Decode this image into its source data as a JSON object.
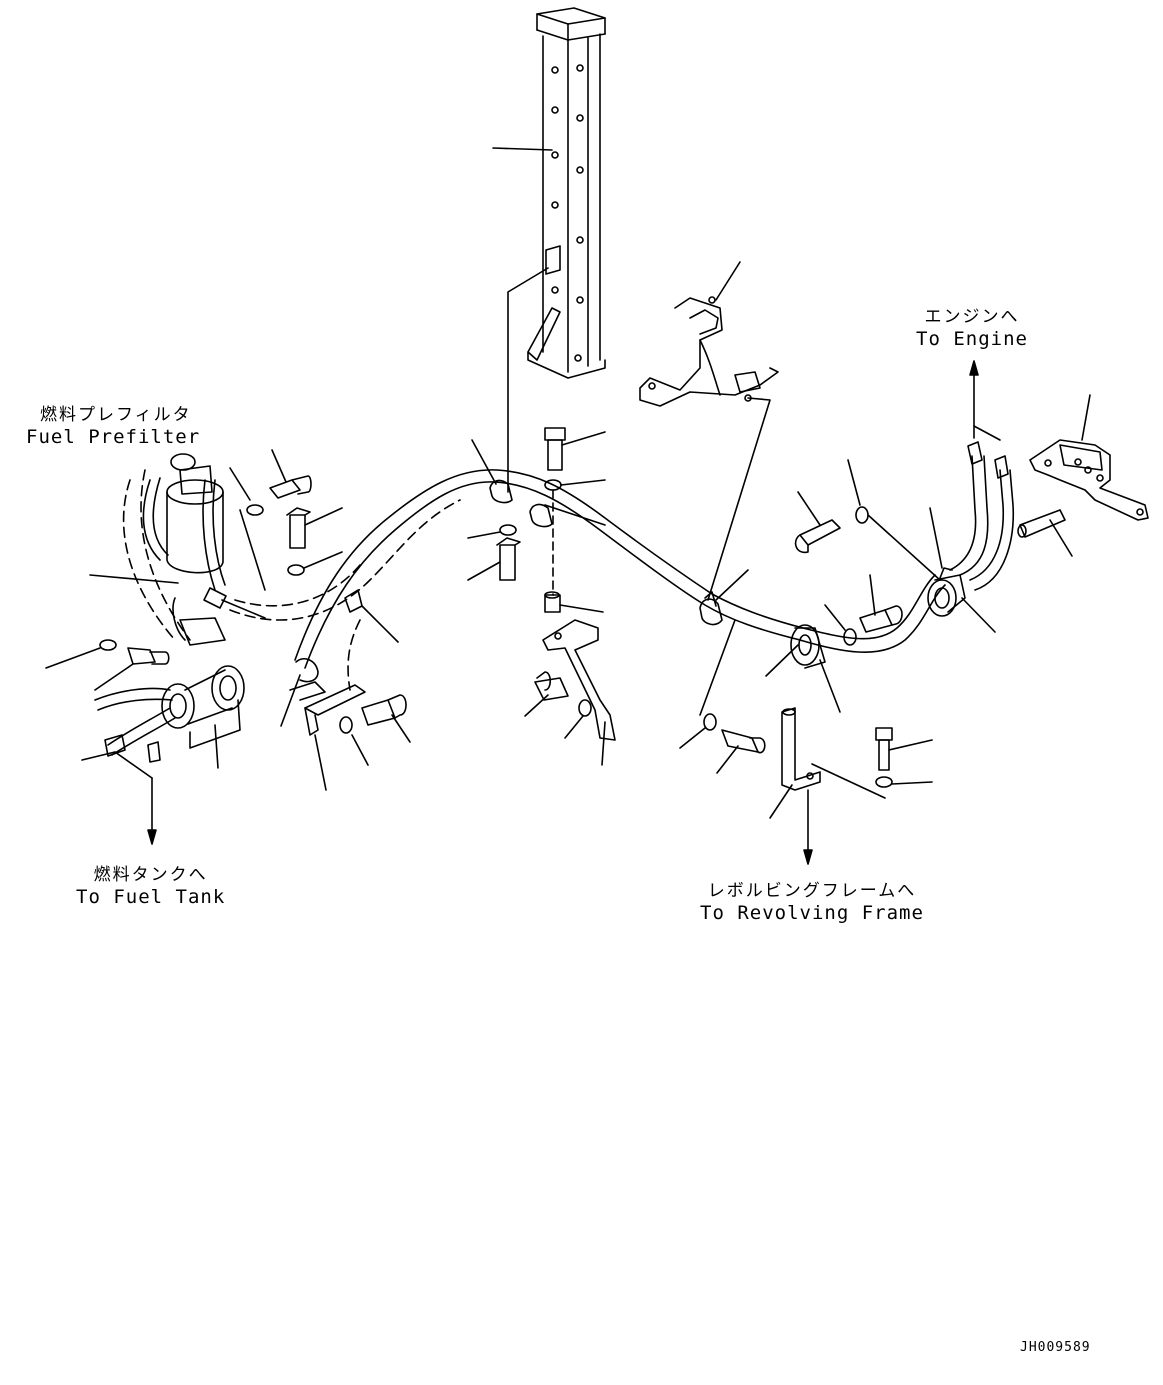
{
  "callouts": {
    "fuel_prefilter": {
      "jp": "燃料プレフィルタ",
      "en": "Fuel Prefilter"
    },
    "to_engine": {
      "jp": "エンジンへ",
      "en": "To Engine"
    },
    "to_fuel_tank": {
      "jp": "燃料タンクへ",
      "en": "To Fuel Tank"
    },
    "to_revolving_frame": {
      "jp": "レボルビングフレームへ",
      "en": "To Revolving Frame"
    }
  },
  "drawing_id": "JH009589"
}
